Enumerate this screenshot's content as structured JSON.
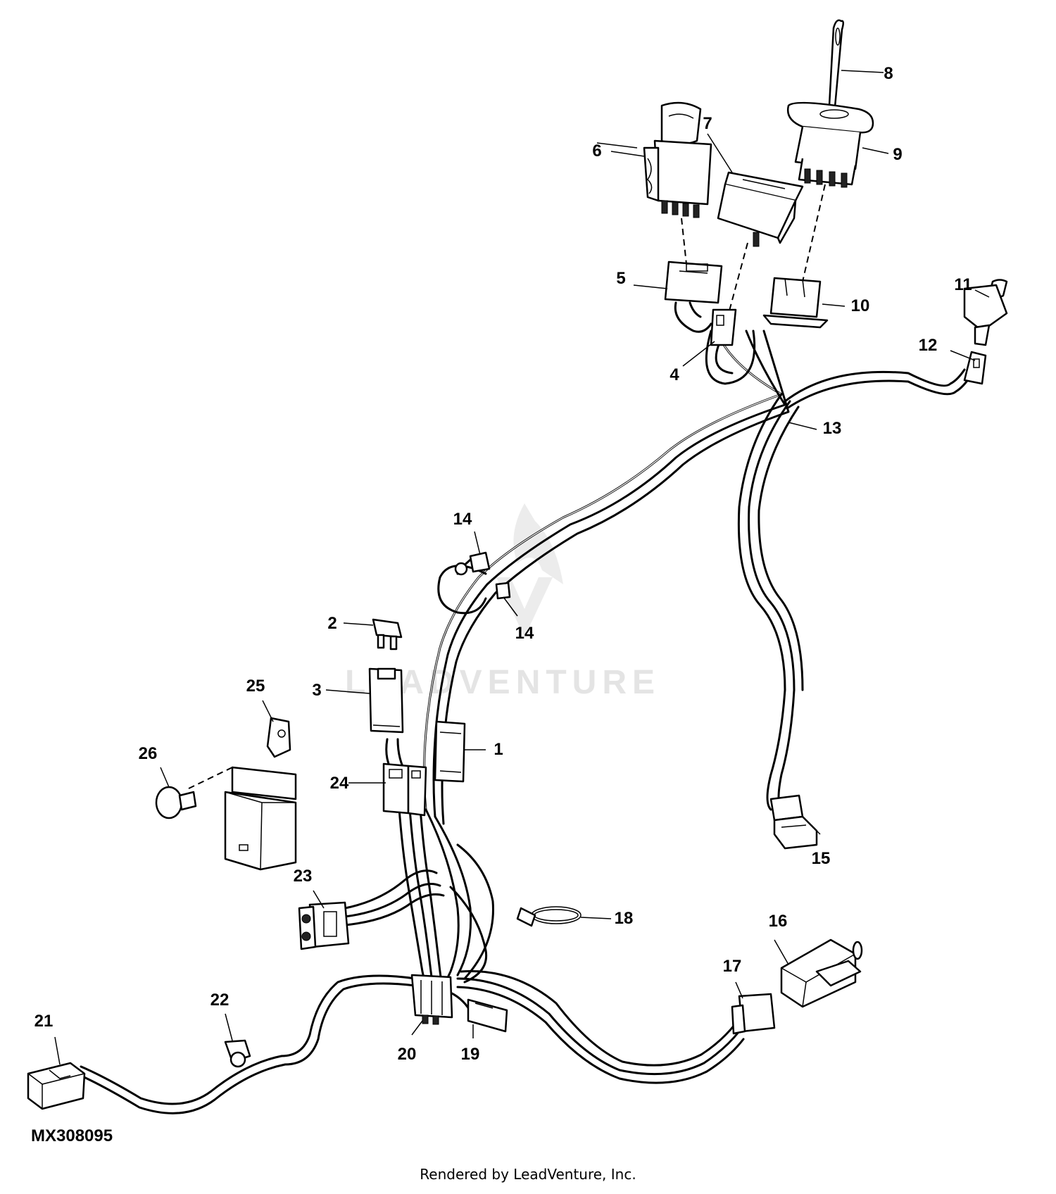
{
  "diagram": {
    "id": "MX308095",
    "watermark": "LEADVENTURE",
    "footer": "Rendered by LeadVenture, Inc.",
    "callouts": [
      {
        "n": "1"
      },
      {
        "n": "2"
      },
      {
        "n": "3"
      },
      {
        "n": "4"
      },
      {
        "n": "5"
      },
      {
        "n": "6"
      },
      {
        "n": "7"
      },
      {
        "n": "8"
      },
      {
        "n": "9"
      },
      {
        "n": "10"
      },
      {
        "n": "11"
      },
      {
        "n": "12"
      },
      {
        "n": "13"
      },
      {
        "n": "14"
      },
      {
        "n": "14"
      },
      {
        "n": "15"
      },
      {
        "n": "16"
      },
      {
        "n": "17"
      },
      {
        "n": "18"
      },
      {
        "n": "19"
      },
      {
        "n": "20"
      },
      {
        "n": "21"
      },
      {
        "n": "22"
      },
      {
        "n": "23"
      },
      {
        "n": "24"
      },
      {
        "n": "25"
      },
      {
        "n": "26"
      }
    ]
  }
}
